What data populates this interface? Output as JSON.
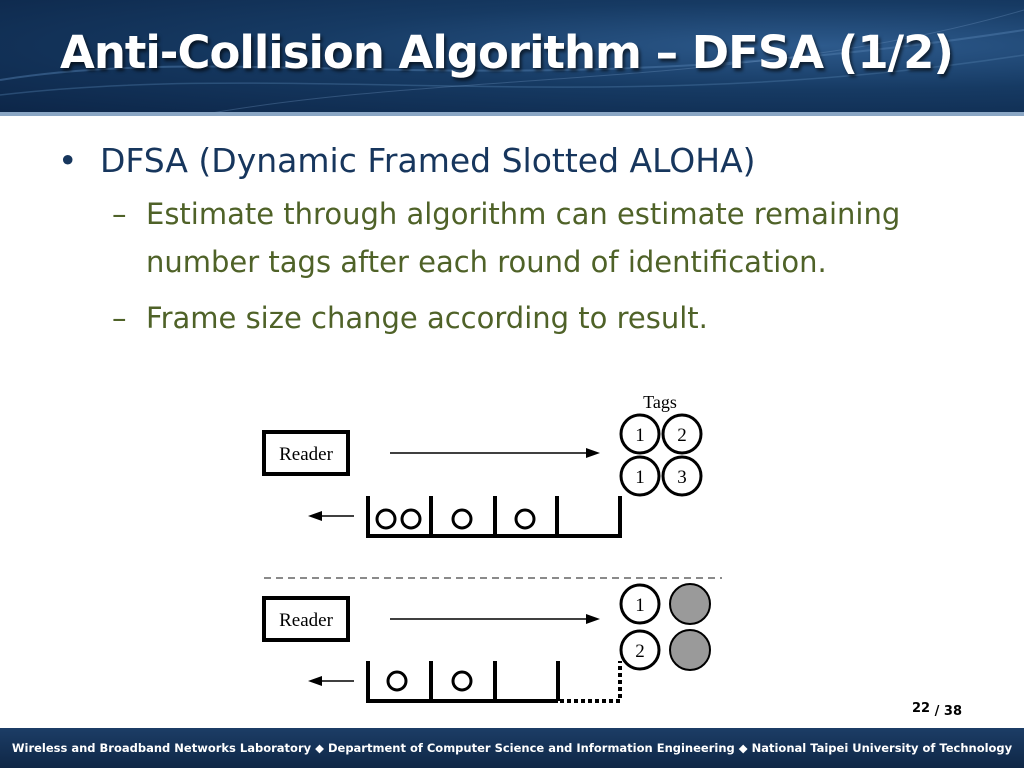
{
  "slide": {
    "title": "Anti-Collision Algorithm – DFSA (1/2)",
    "bullet_marker": "•",
    "dash_marker": "–",
    "bullets": [
      {
        "text": "DFSA (Dynamic Framed Slotted ALOHA)",
        "sub": [
          "Estimate through algorithm can estimate remaining number tags after each round of identification.",
          "Frame size change according to result."
        ]
      }
    ]
  },
  "diagram": {
    "reader_label": "Reader",
    "tags_label": "Tags",
    "top_tags": [
      "1",
      "2",
      "1",
      "3"
    ],
    "bottom_tags": [
      "1",
      "2"
    ],
    "identified_fill": "#9a9a9a"
  },
  "footer": {
    "text": "Wireless and Broadband Networks Laboratory ◆ Department of Computer Science and Information Engineering ◆ National Taipei University of Technology",
    "page_current": "22",
    "page_total": "/ 38"
  },
  "colors": {
    "header_bg": "#163a63",
    "bullet_main": "#17365d",
    "bullet_sub": "#4f6228"
  }
}
